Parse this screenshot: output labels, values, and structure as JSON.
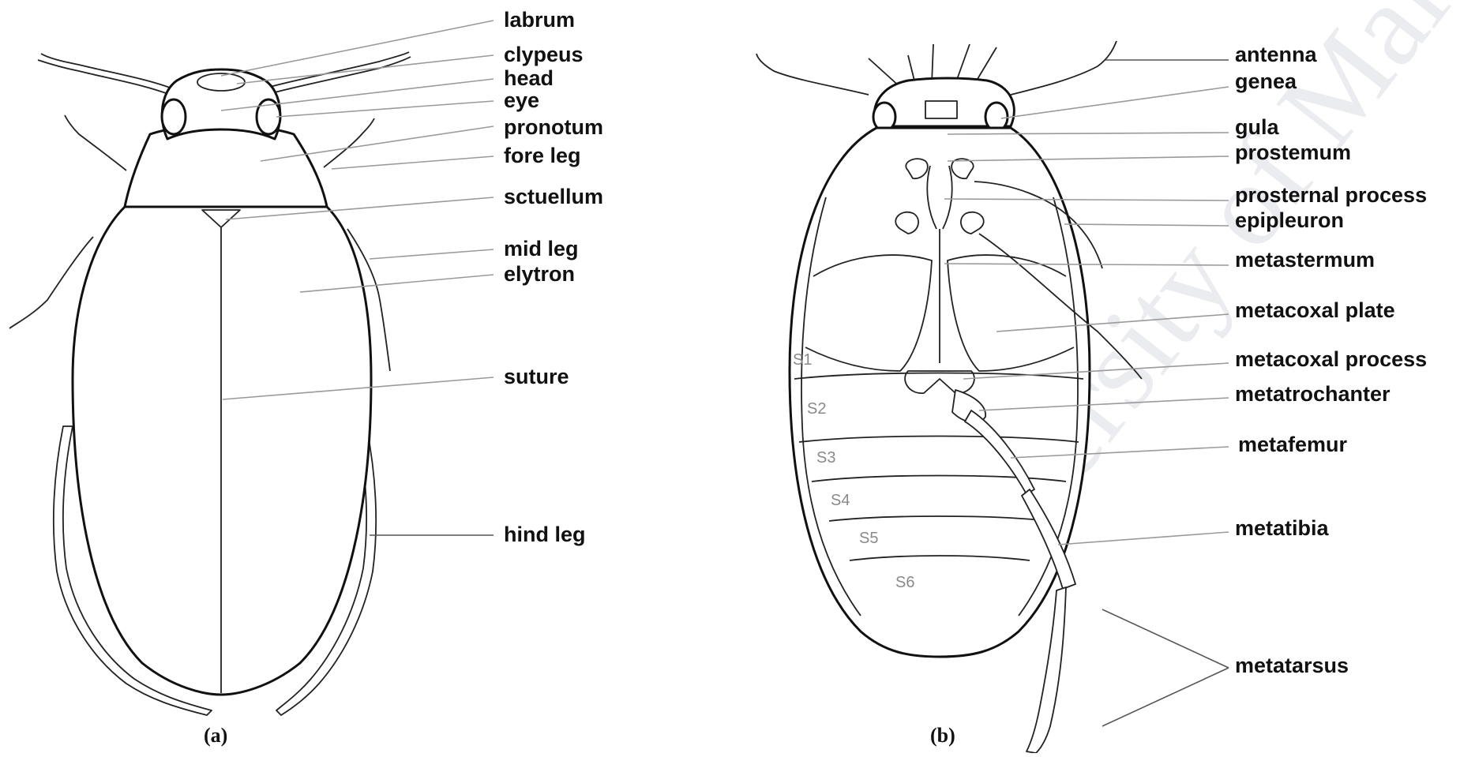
{
  "watermark": "University of Malaya",
  "panels": {
    "a": {
      "caption": "(a)",
      "labels": [
        "labrum",
        "clypeus",
        "head",
        "eye",
        "pronotum",
        "fore leg",
        "sctuellum",
        "mid leg",
        "elytron",
        "suture",
        "hind leg"
      ]
    },
    "b": {
      "caption": "(b)",
      "labels": [
        "antenna",
        "genea",
        "gula",
        "prostemum",
        "prosternal process",
        "epipleuron",
        "metastermum",
        "metacoxal plate",
        "metacoxal process",
        "metatrochanter",
        "metafemur",
        "metatibia",
        "metatarsus"
      ],
      "segments": [
        "S1",
        "S2",
        "S3",
        "S4",
        "S5",
        "S6"
      ]
    }
  }
}
